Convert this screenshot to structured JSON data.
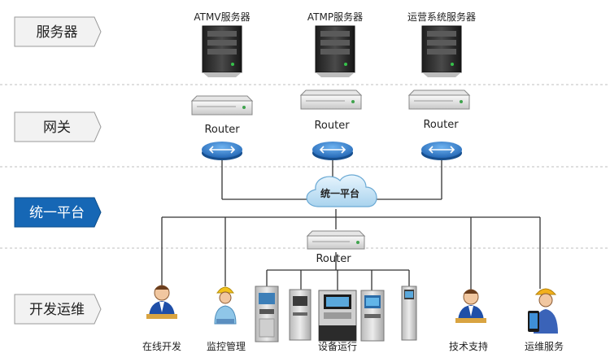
{
  "layers": [
    {
      "label": "服务器",
      "active": false
    },
    {
      "label": "网关",
      "active": false
    },
    {
      "label": "统一平台",
      "active": true
    },
    {
      "label": "开发运维",
      "active": false
    }
  ],
  "servers": [
    {
      "label": "ATMV服务器",
      "icon": "server-tower-icon"
    },
    {
      "label": "ATMP服务器",
      "icon": "server-tower-icon"
    },
    {
      "label": "运营系统服务器",
      "icon": "server-tower-icon"
    }
  ],
  "gateways": [
    {
      "router_label": "Router",
      "icon": "rack-router-icon",
      "switch_icon": "network-switch-icon"
    },
    {
      "router_label": "Router",
      "icon": "rack-router-icon",
      "switch_icon": "network-switch-icon"
    },
    {
      "router_label": "Router",
      "icon": "rack-router-icon",
      "switch_icon": "network-switch-icon"
    }
  ],
  "platform": {
    "label": "统一平台",
    "icon": "cloud-icon"
  },
  "bottom_router": {
    "label": "Router",
    "icon": "rack-router-icon"
  },
  "endpoints": [
    {
      "label": "在线开发",
      "icon": "developer-person-icon"
    },
    {
      "label": "监控管理",
      "icon": "monitor-worker-icon"
    },
    {
      "label": "设备运行",
      "icon": "atm-machines-icon"
    },
    {
      "label": "技术支持",
      "icon": "support-person-icon"
    },
    {
      "label": "运维服务",
      "icon": "maintenance-worker-icon"
    }
  ],
  "colors": {
    "active_layer": "#1667b5",
    "layer_bg": "#f2f2f2",
    "divider": "#bfbfbf",
    "line": "#333333",
    "switch": "#2d7fd0",
    "cloud": "#bfe0f5"
  }
}
